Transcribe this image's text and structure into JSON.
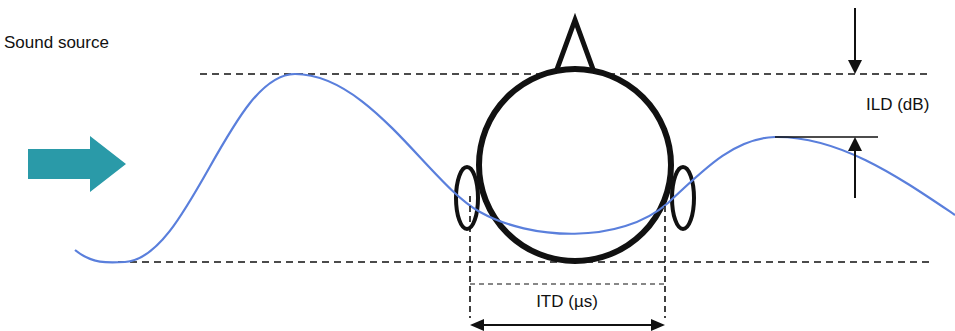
{
  "diagram": {
    "labels": [
      "Sound source",
      "ILD (dB)",
      "ITD (µs)"
    ]
  }
}
